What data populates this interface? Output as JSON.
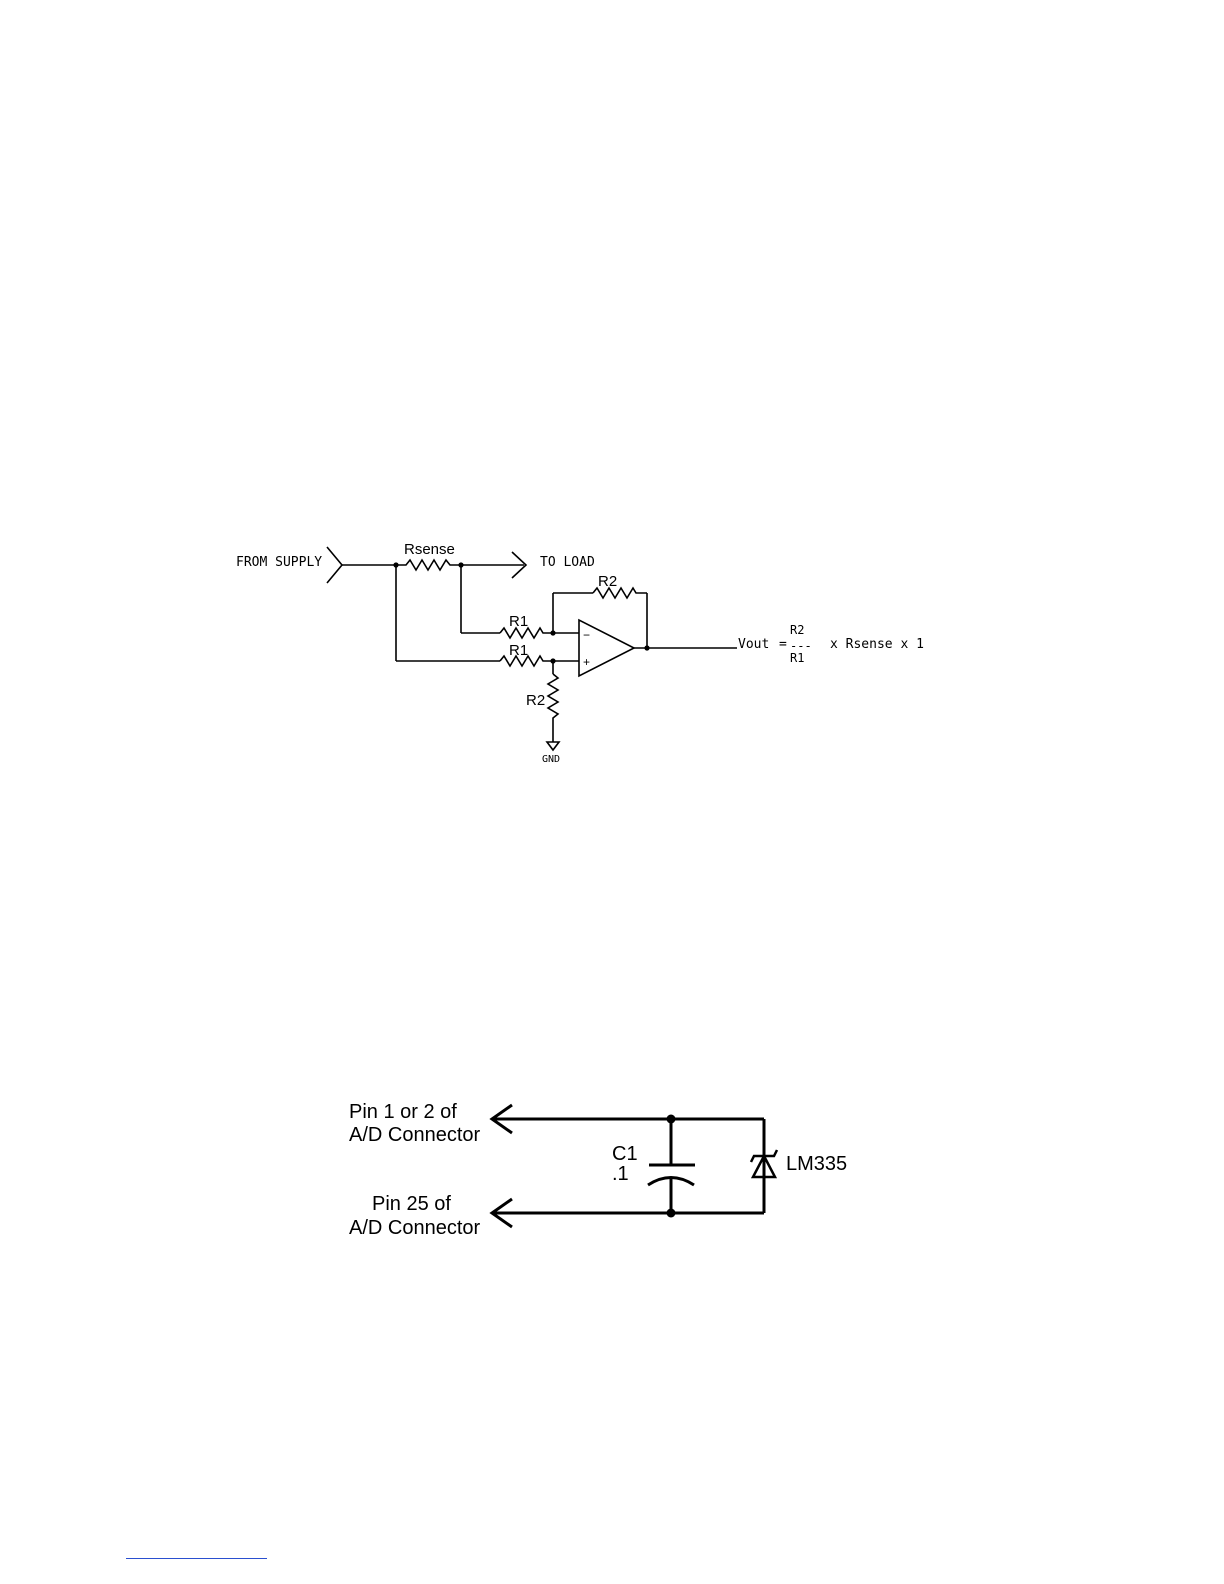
{
  "circuit1": {
    "from_supply": "FROM SUPPLY",
    "to_load": "TO LOAD",
    "rsense": "Rsense",
    "r2_feedback": "R2",
    "r1_top": "R1",
    "r1_bottom": "R1",
    "r2_ground": "R2",
    "minus": "−",
    "plus": "+",
    "gnd": "GND",
    "vout": "Vout",
    "equals": "=",
    "frac_num": "R2",
    "frac_bar": "---",
    "frac_den": "R1",
    "tail": "x Rsense x 1"
  },
  "circuit2": {
    "pin_top_line1": "Pin 1 or 2 of",
    "pin_top_line2": "A/D Connector",
    "pin_bottom_line1": "Pin 25 of",
    "pin_bottom_line2": "A/D Connector",
    "cap_name": "C1",
    "cap_value": ".1",
    "sensor": "LM335"
  }
}
